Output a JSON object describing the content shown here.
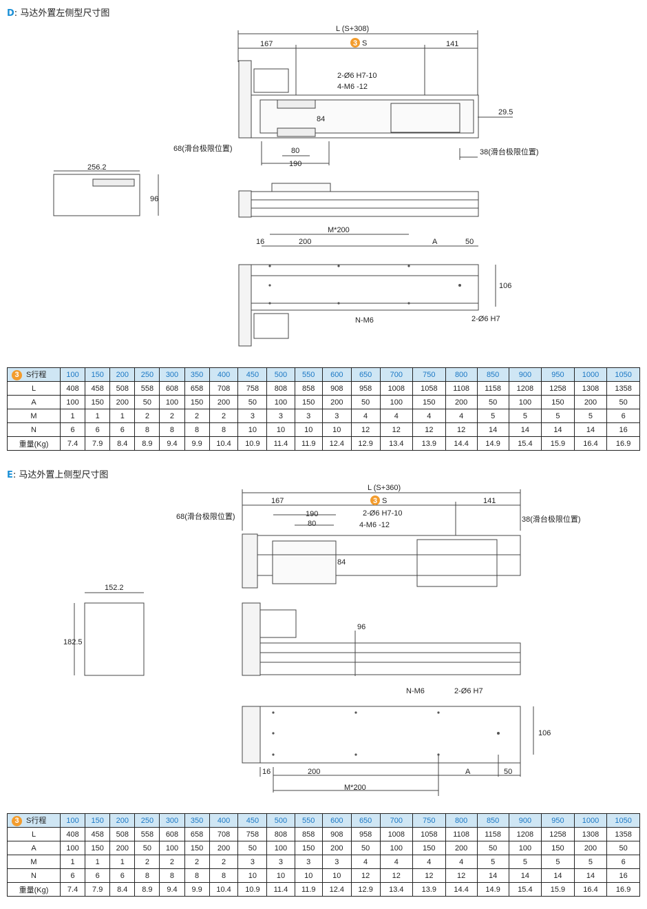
{
  "sections": [
    {
      "letter": "D",
      "title": "马达外置左侧型尺寸图",
      "drawing": {
        "overall": "L (S+308)",
        "stroke": "S",
        "stroke_badge": "3",
        "left_dim": "167",
        "right_dim": "141",
        "hole_note1": "2-Ø6 H7-10",
        "hole_note2": "4-M6 -12",
        "slide_h": "84",
        "slide_w1": "80",
        "slide_w2": "190",
        "end_dim": "29.5",
        "limit_left": "68(滑台极限位置)",
        "limit_right": "38(滑台极限位置)",
        "motor_w": "256.2",
        "motor_h": "96",
        "m_spacing": "M*200",
        "b16": "16",
        "b200": "200",
        "bA": "A",
        "b50": "50",
        "b106": "106",
        "nm6": "N-M6",
        "pin": "2-Ø6 H7"
      }
    },
    {
      "letter": "E",
      "title": "马达外置上侧型尺寸图",
      "drawing": {
        "overall": "L (S+360)",
        "stroke": "S",
        "stroke_badge": "3",
        "left_dim": "167",
        "right_dim": "141",
        "hole_note1": "2-Ø6 H7-10",
        "hole_note2": "4-M6 -12",
        "slide_h": "84",
        "slide_w1": "80",
        "slide_w2": "190",
        "limit_left": "68(滑台极限位置)",
        "limit_right": "38(滑台极限位置)",
        "motor_w": "152.2",
        "motor_h": "182.5",
        "side_h": "96",
        "m_spacing": "M*200",
        "b16": "16",
        "b200": "200",
        "bA": "A",
        "b50": "50",
        "b106": "106",
        "nm6": "N-M6",
        "pin": "2-Ø6 H7"
      }
    }
  ],
  "table": {
    "badge": "3",
    "header_label": "S行程",
    "strokes": [
      "100",
      "150",
      "200",
      "250",
      "300",
      "350",
      "400",
      "450",
      "500",
      "550",
      "600",
      "650",
      "700",
      "750",
      "800",
      "850",
      "900",
      "950",
      "1000",
      "1050"
    ],
    "rows": [
      {
        "label": "L",
        "values": [
          "408",
          "458",
          "508",
          "558",
          "608",
          "658",
          "708",
          "758",
          "808",
          "858",
          "908",
          "958",
          "1008",
          "1058",
          "1108",
          "1158",
          "1208",
          "1258",
          "1308",
          "1358"
        ]
      },
      {
        "label": "A",
        "values": [
          "100",
          "150",
          "200",
          "50",
          "100",
          "150",
          "200",
          "50",
          "100",
          "150",
          "200",
          "50",
          "100",
          "150",
          "200",
          "50",
          "100",
          "150",
          "200",
          "50"
        ]
      },
      {
        "label": "M",
        "values": [
          "1",
          "1",
          "1",
          "2",
          "2",
          "2",
          "2",
          "3",
          "3",
          "3",
          "3",
          "4",
          "4",
          "4",
          "4",
          "5",
          "5",
          "5",
          "5",
          "6"
        ]
      },
      {
        "label": "N",
        "values": [
          "6",
          "6",
          "6",
          "8",
          "8",
          "8",
          "8",
          "10",
          "10",
          "10",
          "10",
          "12",
          "12",
          "12",
          "12",
          "14",
          "14",
          "14",
          "14",
          "16"
        ]
      },
      {
        "label": "重量(Kg)",
        "values": [
          "7.4",
          "7.9",
          "8.4",
          "8.9",
          "9.4",
          "9.9",
          "10.4",
          "10.9",
          "11.4",
          "11.9",
          "12.4",
          "12.9",
          "13.4",
          "13.9",
          "14.4",
          "14.9",
          "15.4",
          "15.9",
          "16.4",
          "16.9"
        ]
      }
    ]
  }
}
